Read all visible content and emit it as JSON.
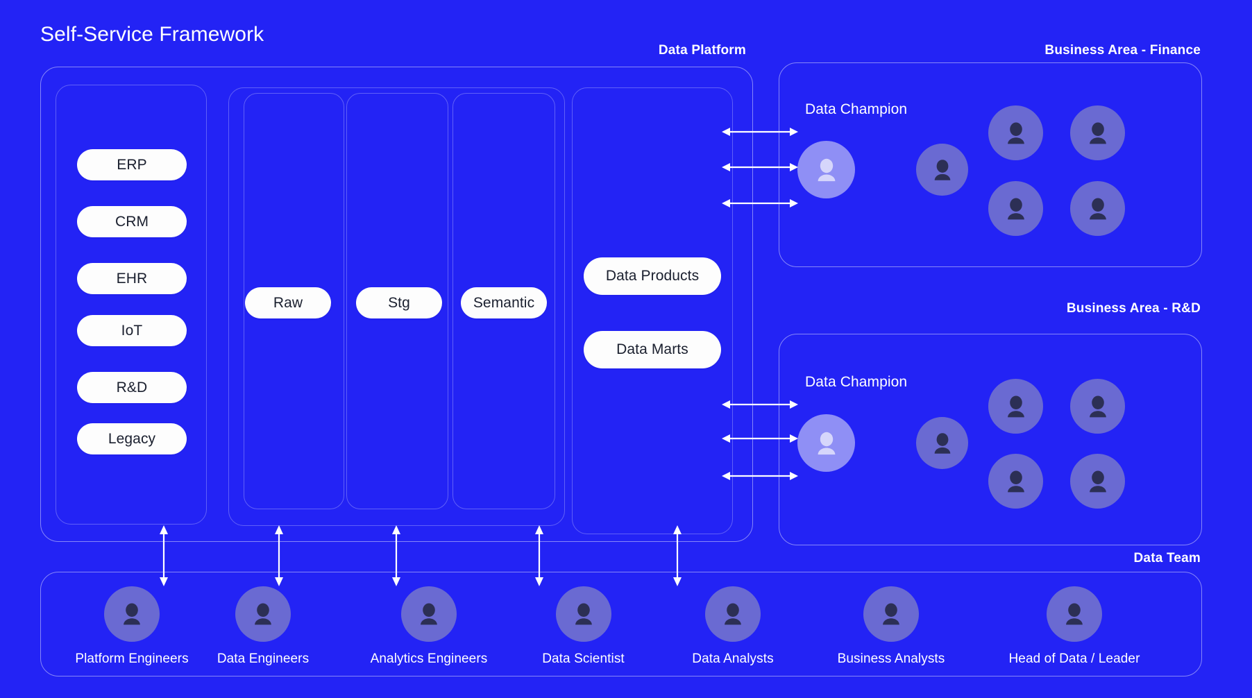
{
  "page": {
    "title": "Self-Service Framework",
    "background_color": "#2323f5",
    "accent_avatar_color": "#6a6ad2",
    "champion_avatar_color": "#8f8ff5",
    "pill_color": "#fdfdfd",
    "pill_text_color": "#1a1f2e"
  },
  "captions": {
    "data_platform": "Data Platform",
    "business_area_finance": "Business Area - Finance",
    "business_area_rd": "Business Area - R&D",
    "data_team": "Data Team"
  },
  "sources": {
    "items": [
      {
        "label": "ERP"
      },
      {
        "label": "CRM"
      },
      {
        "label": "EHR"
      },
      {
        "label": "IoT"
      },
      {
        "label": "R&D"
      },
      {
        "label": "Legacy"
      }
    ]
  },
  "layers": {
    "columns": [
      {
        "label": "Raw"
      },
      {
        "label": "Stg"
      },
      {
        "label": "Semantic"
      }
    ]
  },
  "outputs": {
    "items": [
      {
        "label": "Data Products"
      },
      {
        "label": "Data Marts"
      }
    ]
  },
  "business_areas": [
    {
      "id": "finance",
      "caption": "Business Area - Finance",
      "champion_label": "Data Champion",
      "champion_avatar": "person-icon",
      "member_avatars": [
        "person-icon",
        "person-icon",
        "person-icon",
        "person-icon",
        "person-icon"
      ],
      "connector_count": 3
    },
    {
      "id": "rd",
      "caption": "Business Area - R&D",
      "champion_label": "Data Champion",
      "champion_avatar": "person-icon",
      "member_avatars": [
        "person-icon",
        "person-icon",
        "person-icon",
        "person-icon",
        "person-icon"
      ],
      "connector_count": 3
    }
  ],
  "data_team": {
    "caption": "Data Team",
    "roles": [
      {
        "label": "Platform Engineers",
        "avatar": "person-icon"
      },
      {
        "label": "Data Engineers",
        "avatar": "person-icon"
      },
      {
        "label": "Analytics Engineers",
        "avatar": "person-icon"
      },
      {
        "label": "Data Scientist",
        "avatar": "person-icon"
      },
      {
        "label": "Data Analysts",
        "avatar": "person-icon"
      },
      {
        "label": "Business Analysts",
        "avatar": "person-icon"
      },
      {
        "label": "Head of Data / Leader",
        "avatar": "person-icon"
      }
    ],
    "vertical_connectors": 5
  }
}
